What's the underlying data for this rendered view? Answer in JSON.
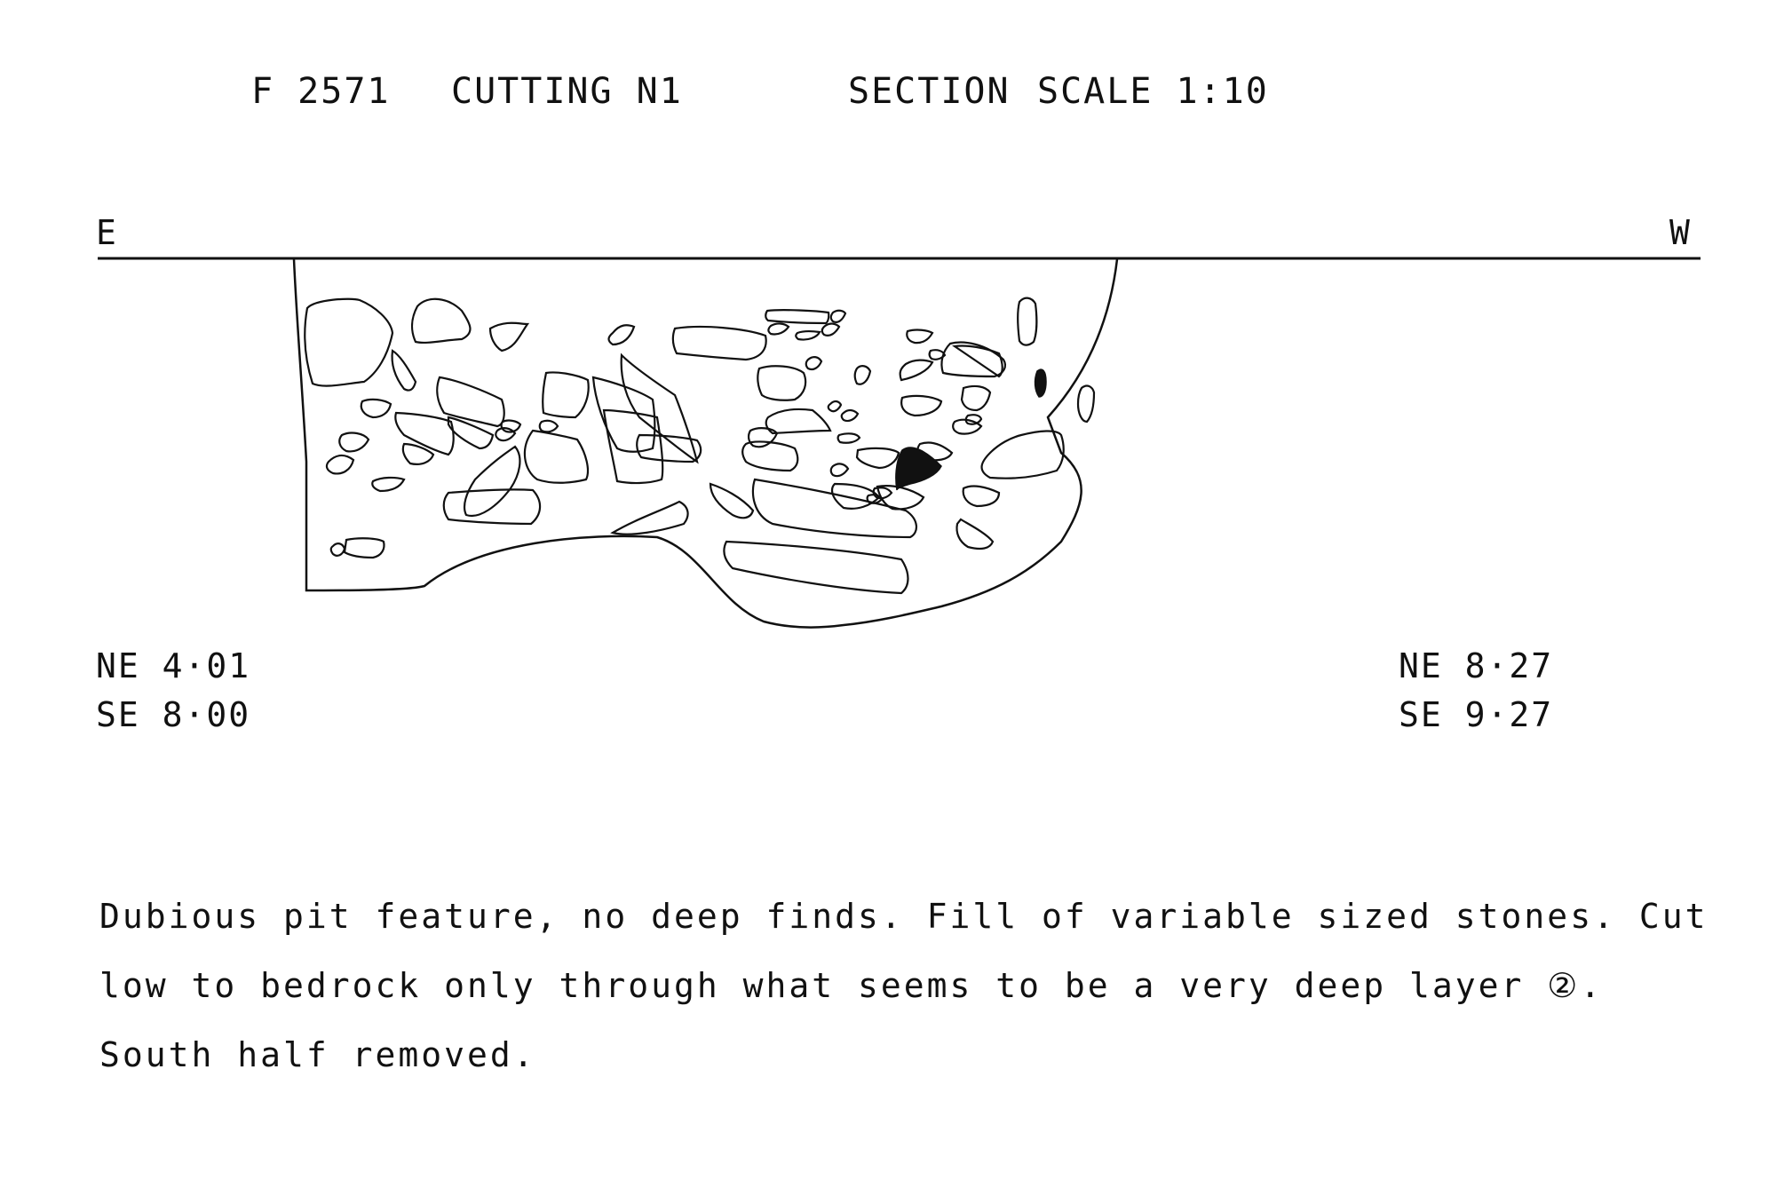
{
  "header": {
    "feature": "F 2571",
    "cutting": "CUTTING N1",
    "view": "SECTION",
    "scale": "SCALE 1:10"
  },
  "section": {
    "east_label": "E",
    "west_label": "W",
    "left_coords": {
      "ne": "NE 4·01",
      "se": "SE 8·00"
    },
    "right_coords": {
      "ne": "NE 8·27",
      "se": "SE 9·27"
    }
  },
  "notes": {
    "line1": "Dubious pit feature, no deep finds. Fill of variable sized stones. Cut",
    "line2": "low to bedrock only through what seems to be a very deep layer ②.",
    "line3": "South half removed."
  },
  "colors": {
    "ink": "#111111",
    "paper": "#ffffff"
  }
}
